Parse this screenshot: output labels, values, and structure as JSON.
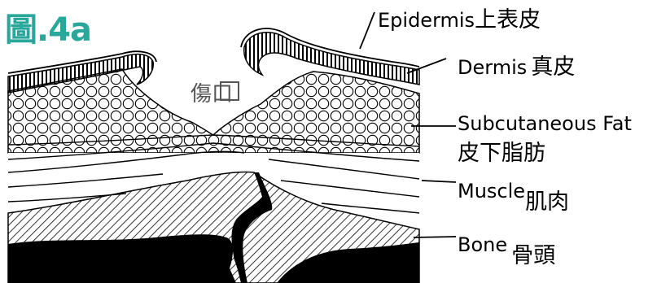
{
  "figure_title": "圖.4a",
  "wound_label": "傷口",
  "labels": {
    "epidermis": {
      "en": "Epidermis",
      "zh": "上表皮"
    },
    "dermis": {
      "en": "Dermis",
      "zh": "真皮"
    },
    "subcutaneous_fat": {
      "en": "Subcutaneous Fat",
      "zh": "皮下脂肪"
    },
    "muscle": {
      "en": "Muscle",
      "zh": "肌肉"
    },
    "bone": {
      "en": "Bone",
      "zh": "骨頭"
    }
  },
  "colors": {
    "title": "#2aa79b",
    "ink": "#000000",
    "background": "#ffffff"
  }
}
